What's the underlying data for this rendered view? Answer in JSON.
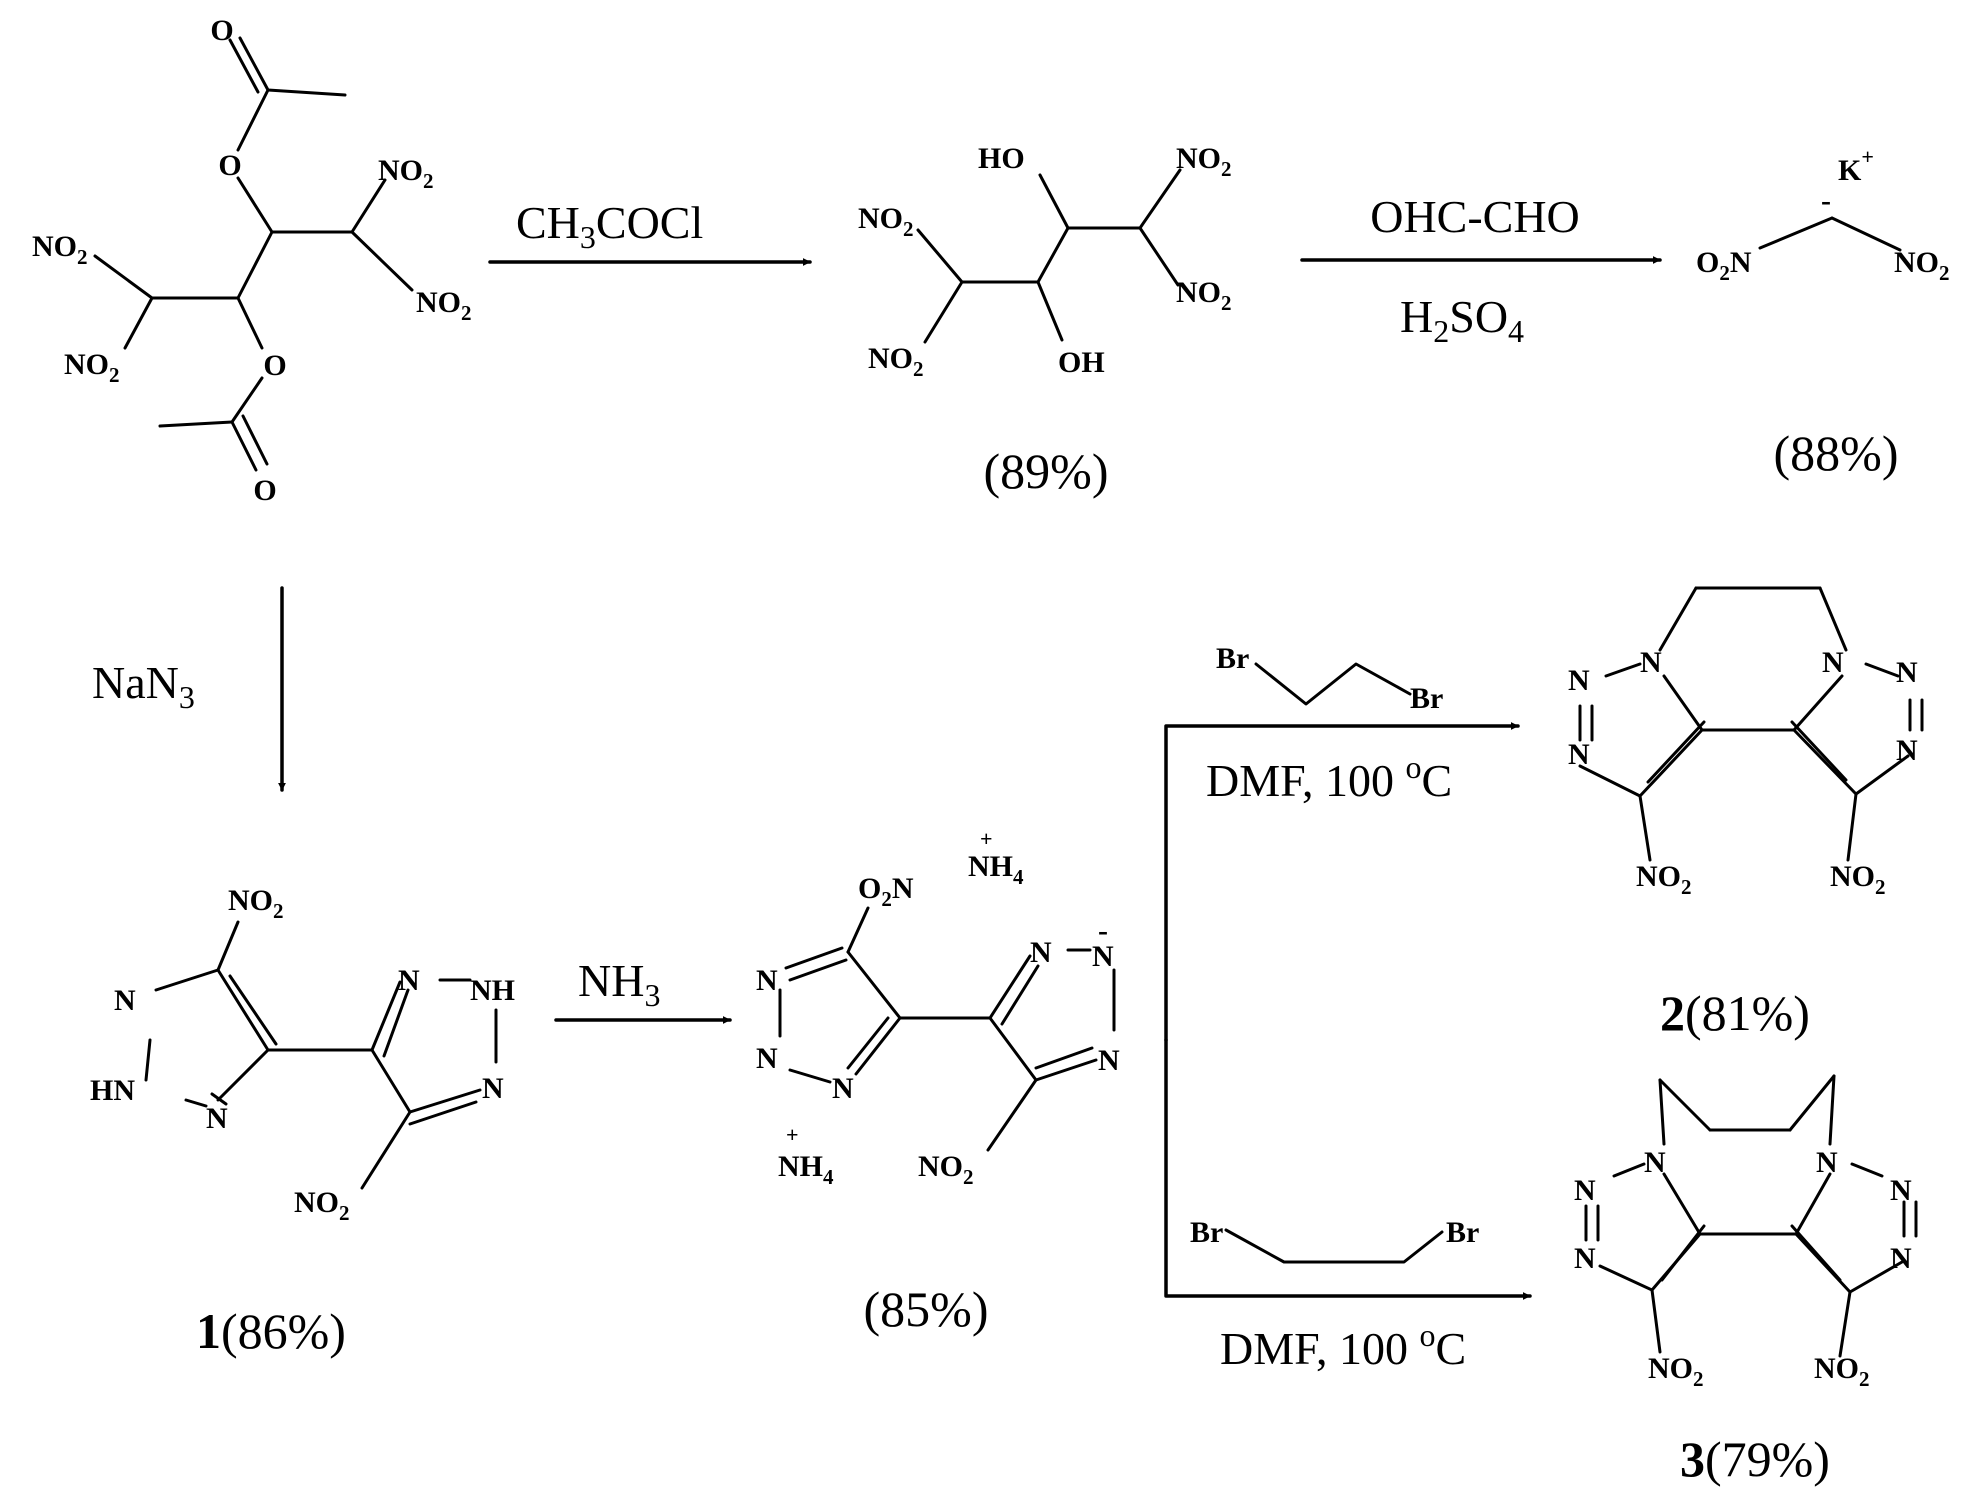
{
  "atoms": {
    "no2": "NO",
    "o2n": "O",
    "two": "2",
    "o": "O",
    "ho": "HO",
    "oh": "OH",
    "k": "K",
    "plus": "+",
    "minus": "-",
    "n": "N",
    "nh": "NH",
    "hn": "HN",
    "nh4": "NH",
    "four": "4",
    "br": "Br"
  },
  "reagents": {
    "step1": {
      "a": "CH",
      "a_sub": "3",
      "b": "COCl"
    },
    "step2": {
      "line1": "OHC-CHO",
      "line2_a": "H",
      "line2_sub1": "2",
      "line2_b": "SO",
      "line2_sub2": "4"
    },
    "step3": {
      "a": "NaN",
      "a_sub": "3"
    },
    "step4": {
      "a": "NH",
      "a_sub": "3"
    },
    "step5": {
      "cond": "DMF, 100 ",
      "deg": "o",
      "unit": "C"
    },
    "step6": {
      "cond": "DMF, 100 ",
      "deg": "o",
      "unit": "C"
    }
  },
  "yields": {
    "diol": "(89%)",
    "k_salt": "(88%)",
    "c1_num": "1",
    "c1_pct": "(86%)",
    "nh4_salt": "(85%)",
    "c2_num": "2",
    "c2_pct": "(81%)",
    "c3_num": "3",
    "c3_pct": "(79%)"
  },
  "colors": {
    "ink": "#000000",
    "background": "#ffffff"
  }
}
